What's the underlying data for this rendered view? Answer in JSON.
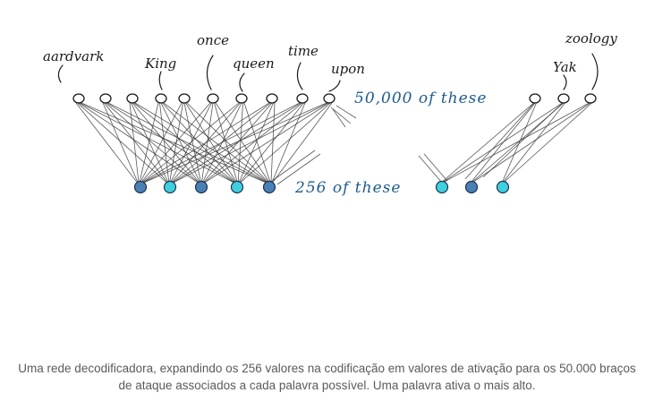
{
  "top_words": {
    "left": [
      "aardvark",
      "King",
      "once",
      "queen",
      "time",
      "upon"
    ],
    "right": [
      "Yak",
      "zoology"
    ]
  },
  "top_count_label": "50,000 of these",
  "bottom_count_label": "256 of these",
  "caption": "Uma rede decodificadora, expandindo os 256 valores na codificação em valores de ativação para os 50.000 braços de ataque associados a cada palavra possível. Uma palavra ativa o mais alto.",
  "colors": {
    "line": "#3a3a3a",
    "node_outline": "#1a1a1a",
    "node_blue": "#4a7fb5",
    "node_cyan": "#3fd0e0",
    "count_text": "#1f5c8c",
    "caption_text": "#5a5a5a"
  },
  "bottom_node_fill_sequence": [
    "blue",
    "cyan",
    "blue",
    "cyan",
    "blue",
    "cyan",
    "blue",
    "cyan"
  ]
}
